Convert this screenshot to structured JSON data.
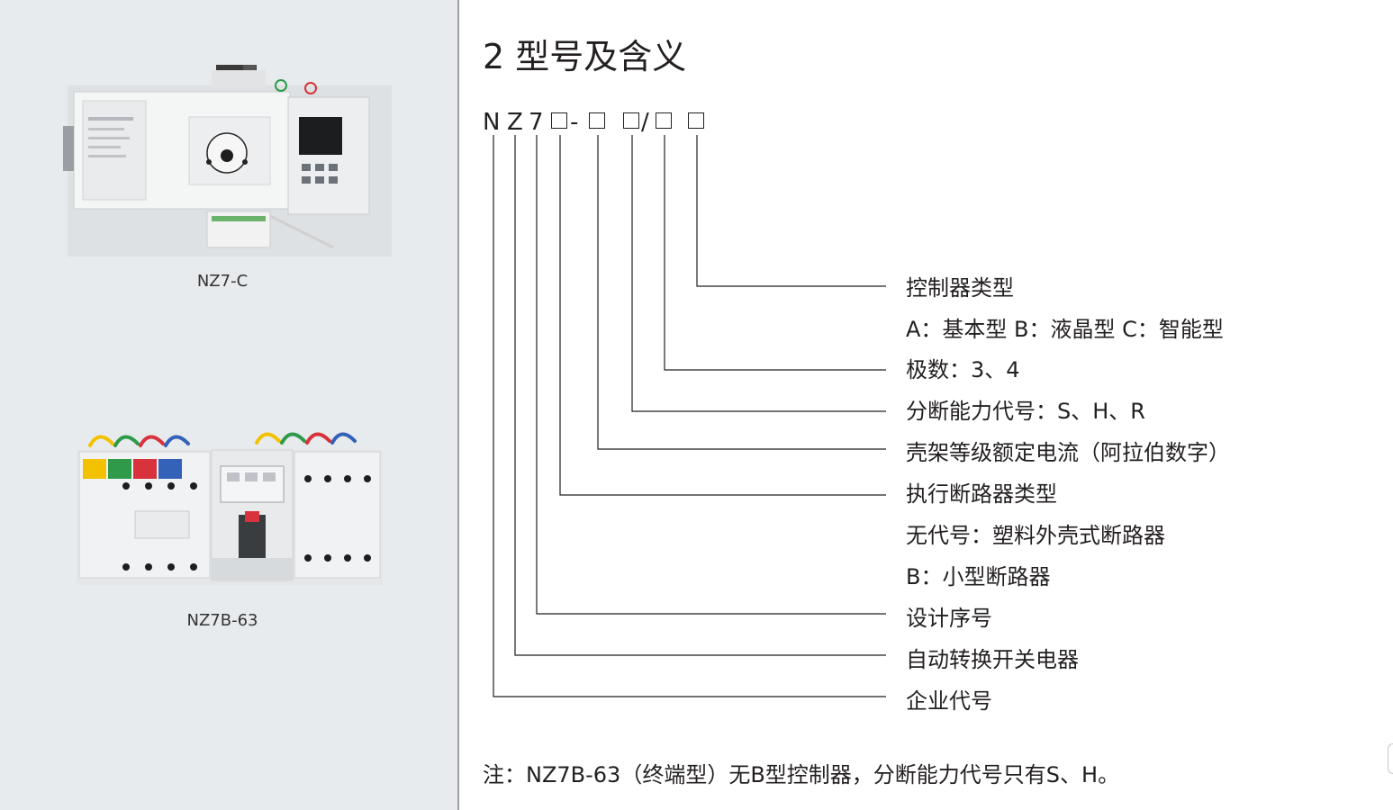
{
  "products": [
    {
      "caption": "NZ7-C"
    },
    {
      "caption": "NZ7B-63"
    }
  ],
  "section_title": "2 型号及含义",
  "model_code": {
    "chars": [
      "N",
      "Z",
      "7",
      "-",
      "/"
    ]
  },
  "meanings": [
    "控制器类型",
    "A：基本型  B：液晶型  C：智能型",
    "极数：3、4",
    "分断能力代号：S、H、R",
    "壳架等级额定电流（阿拉伯数字）",
    "执行断路器类型",
    "无代号：塑料外壳式断路器",
    "B：小型断路器",
    "设计序号",
    "自动转换开关电器",
    "企业代号"
  ],
  "note": "注：NZ7B-63（终端型）无B型控制器，分断能力代号只有S、H。",
  "colors": {
    "panel_bg": "#e8ebee",
    "text": "#231f20",
    "wire_yellow": "#f2c200",
    "wire_green": "#2f9a4a",
    "wire_red": "#d8323c",
    "wire_blue": "#3462b8"
  }
}
